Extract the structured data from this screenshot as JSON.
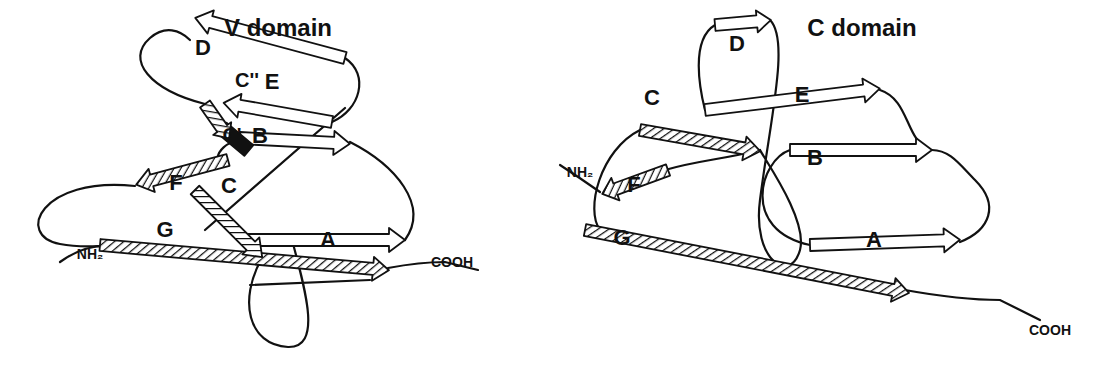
{
  "diagram": {
    "labels": [
      "V domain",
      "D",
      "C''",
      "E",
      "C'",
      "B",
      "F",
      "C",
      "A",
      "G",
      "NH₂",
      "COOH",
      "C domain",
      "D",
      "C",
      "E",
      "B",
      "F",
      "A",
      "G",
      "NH₂",
      "COOH"
    ]
  }
}
